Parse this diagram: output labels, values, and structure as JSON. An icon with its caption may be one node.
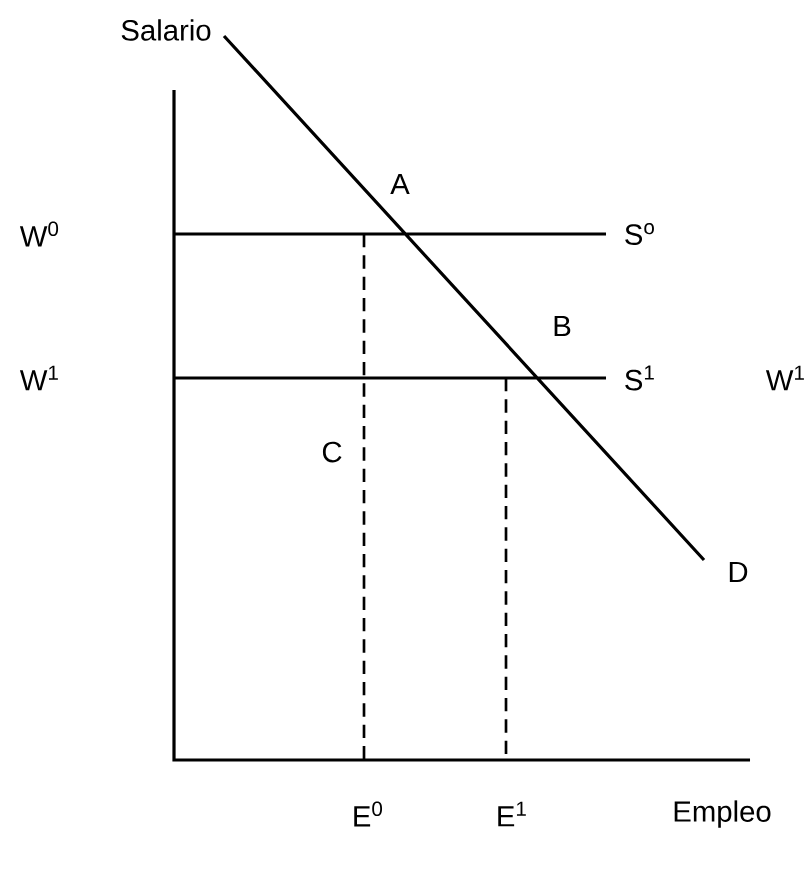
{
  "diagram": {
    "labels": [
      "Salario",
      "A",
      "W$^{0}$",
      "S$^{o}$",
      "B",
      "W$^{1}$",
      "S$^{1}$",
      "W$^{1}$",
      "C",
      "D",
      "E$^{0}$",
      "E$^{1}$",
      "Empleo"
    ]
  }
}
